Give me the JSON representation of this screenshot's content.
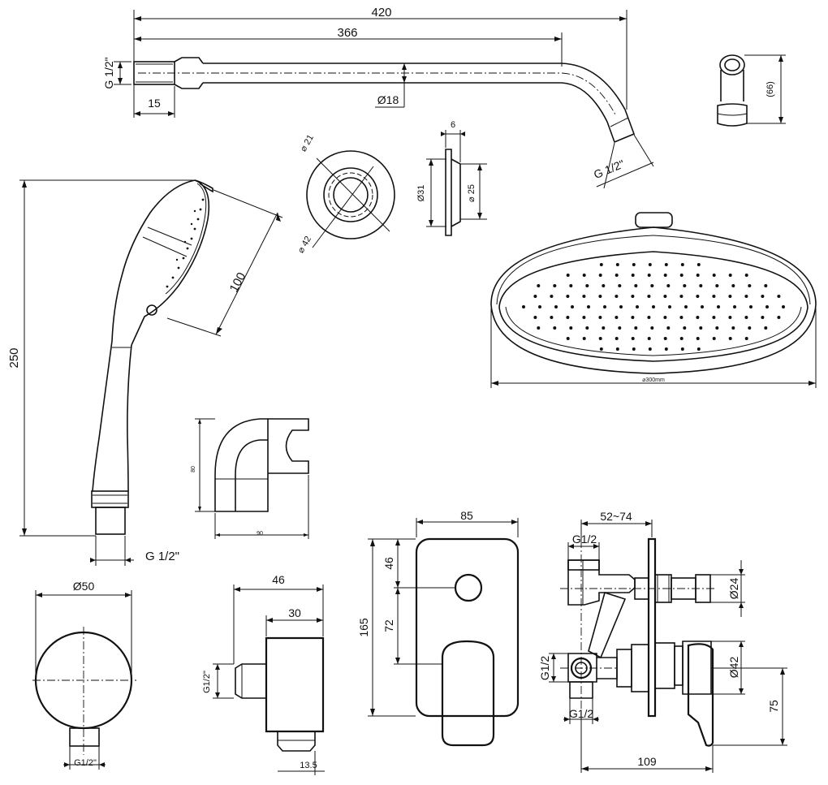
{
  "labels": {
    "arm_total_length": "420",
    "arm_straight_length": "366",
    "arm_thread_in": "G 1/2\"",
    "arm_thread_in_length": "15",
    "arm_pipe_diameter": "Ø18",
    "arm_thread_out": "G 1/2\"",
    "arm_outlet_height": "(66)",
    "flange_inner": "⌀ 21",
    "flange_outer": "⌀ 42",
    "flange_thickness": "6",
    "flange_side_outer": "Ø31",
    "flange_side_inner": "⌀ 25",
    "handshower_length": "250",
    "handshower_head": "100",
    "handshower_thread": "G 1/2\"",
    "holder_height": "80",
    "holder_width": "90",
    "rainshower_diameter": "⌀300mm",
    "elbow_diameter": "Ø50",
    "elbow_thread": "G1/2\"",
    "elbow_depth": "46",
    "elbow_body_depth": "30",
    "elbow_side_thread": "G1/2\"",
    "elbow_outlet": "13.5",
    "plate_width": "85",
    "plate_height": "165",
    "plate_top_offset": "46",
    "plate_mid_offset": "72",
    "valve_depth_range": "52~74",
    "valve_top_thread": "G1/2",
    "valve_side_thread": "G1/2",
    "valve_bottom_thread": "G1/2",
    "valve_diameter_small": "Ø24",
    "valve_diameter_large": "Ø42",
    "valve_height": "75",
    "valve_total_depth": "109"
  }
}
